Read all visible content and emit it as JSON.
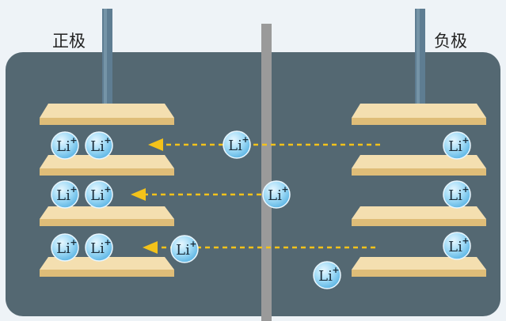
{
  "labels": {
    "positive": "正极",
    "negative": "负极"
  },
  "ion": {
    "symbol": "Li",
    "charge": "+"
  },
  "colors": {
    "background": "#eef3f7",
    "electrolyte": "#546872",
    "electrode_rod": "#5e7d92",
    "plate_top": "#f4dfb0",
    "plate_side": "#dfbd78",
    "separator": "#9a9a9a",
    "arrow": "#f3c21a",
    "ion_fill": "#8fd0f2",
    "ion_stroke": "#e9f7ff"
  }
}
